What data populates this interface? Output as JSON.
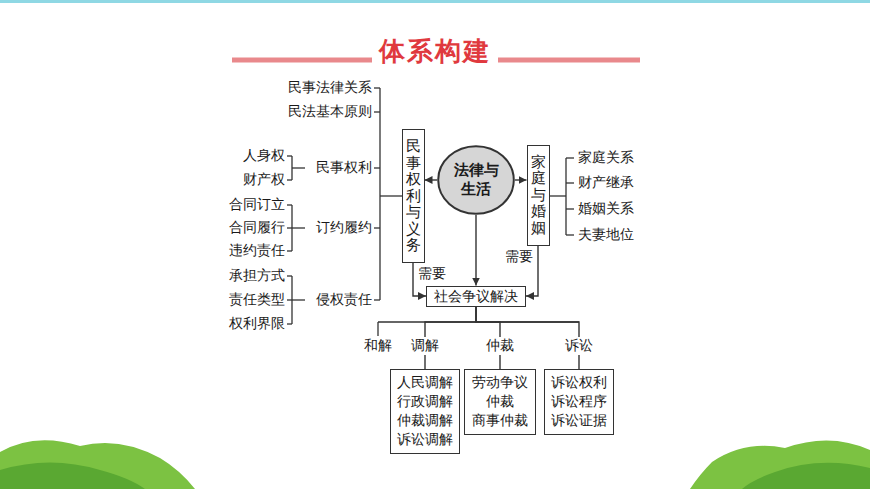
{
  "diagram": {
    "title": "体系构建",
    "nodes": [
      {
        "text": [
          "法律与生活"
        ]
      },
      {
        "text": [
          "民事权利与义务"
        ]
      },
      {
        "text": [
          "家庭与婚姻"
        ]
      },
      {
        "text": [
          "社会争议解决"
        ]
      },
      {
        "text": [
          "人民调解",
          "行政调解",
          "仲裁调解",
          "诉讼调解"
        ]
      },
      {
        "text": [
          "劳动争议仲裁",
          "商事仲裁"
        ]
      },
      {
        "text": [
          "诉讼权利",
          "诉讼程序",
          "诉讼证据"
        ]
      }
    ],
    "edges": [
      {
        "from": 0,
        "to": 1,
        "arrow": "to"
      },
      {
        "from": 0,
        "to": 2,
        "arrow": "to"
      },
      {
        "from": 0,
        "to": 3,
        "arrow": "to"
      },
      {
        "from": 1,
        "to": 3,
        "label": "需要",
        "arrow": "to"
      },
      {
        "from": 2,
        "to": 3,
        "label": "需要",
        "arrow": "to"
      },
      {
        "from": 3,
        "to": 4,
        "label": "调解",
        "arrow": "none"
      },
      {
        "from": 3,
        "to": 5,
        "label": "仲裁",
        "arrow": "none"
      },
      {
        "from": 3,
        "to": 6,
        "label": "诉讼",
        "arrow": "none"
      }
    ],
    "labels": [
      "民事法律关系",
      "民法基本原则",
      "人身权",
      "财产权",
      "民事权利",
      "合同订立",
      "合同履行",
      "违约责任",
      "订约履约",
      "承担方式",
      "责任类型",
      "权利界限",
      "侵权责任",
      "家庭关系",
      "财产继承",
      "婚姻关系",
      "夫妻地位",
      "和解"
    ]
  }
}
